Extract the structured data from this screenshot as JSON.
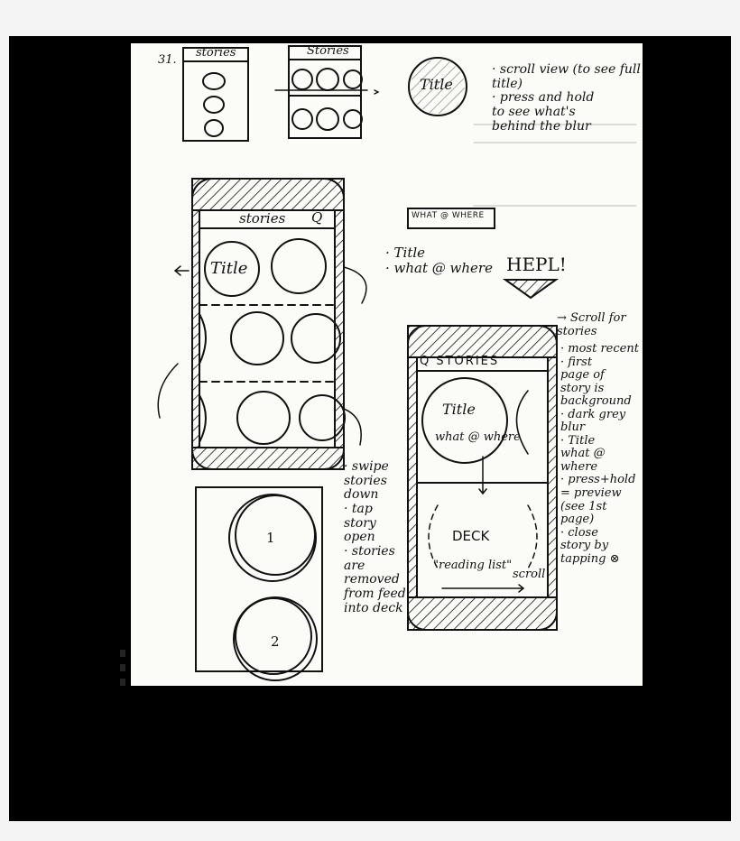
{
  "page_number": "31.",
  "mini_phone_1_header": "stories",
  "mini_phone_2_header": "Stories",
  "blur_circle_title": "Title",
  "blur_note": "· scroll view (to see full title)\n· press and hold\nto see what's\nbehind the blur",
  "banner": "WHAT @ WHERE",
  "main_phone_header": "stories",
  "main_phone_title": "Title",
  "main_callout": "· Title\n· what @ where",
  "help_text": "HEPL!",
  "scroll_for_stories": "→ Scroll for\nstories",
  "right_notes": "· most recent\n· first\npage of\nstory is\nbackground\n· dark grey\nblur\n· Title\nwhat @ where\n· press+hold\n= preview\n(see 1st\npage)\n· close\nstory by\ntapping ⊗",
  "right_phone_header": "Q  STORIES",
  "right_phone_title": "Title",
  "right_phone_sub": "what @ where",
  "deck_label": "DECK",
  "reading_list": "\"reading list\"",
  "scroll_label": "scroll",
  "swipe_notes": "· swipe\nstories\ndown\n· tap\nstory\nopen\n· stories\nare\nremoved\nfrom feed\ninto deck",
  "deck_card_1": "1",
  "deck_card_2": "2"
}
